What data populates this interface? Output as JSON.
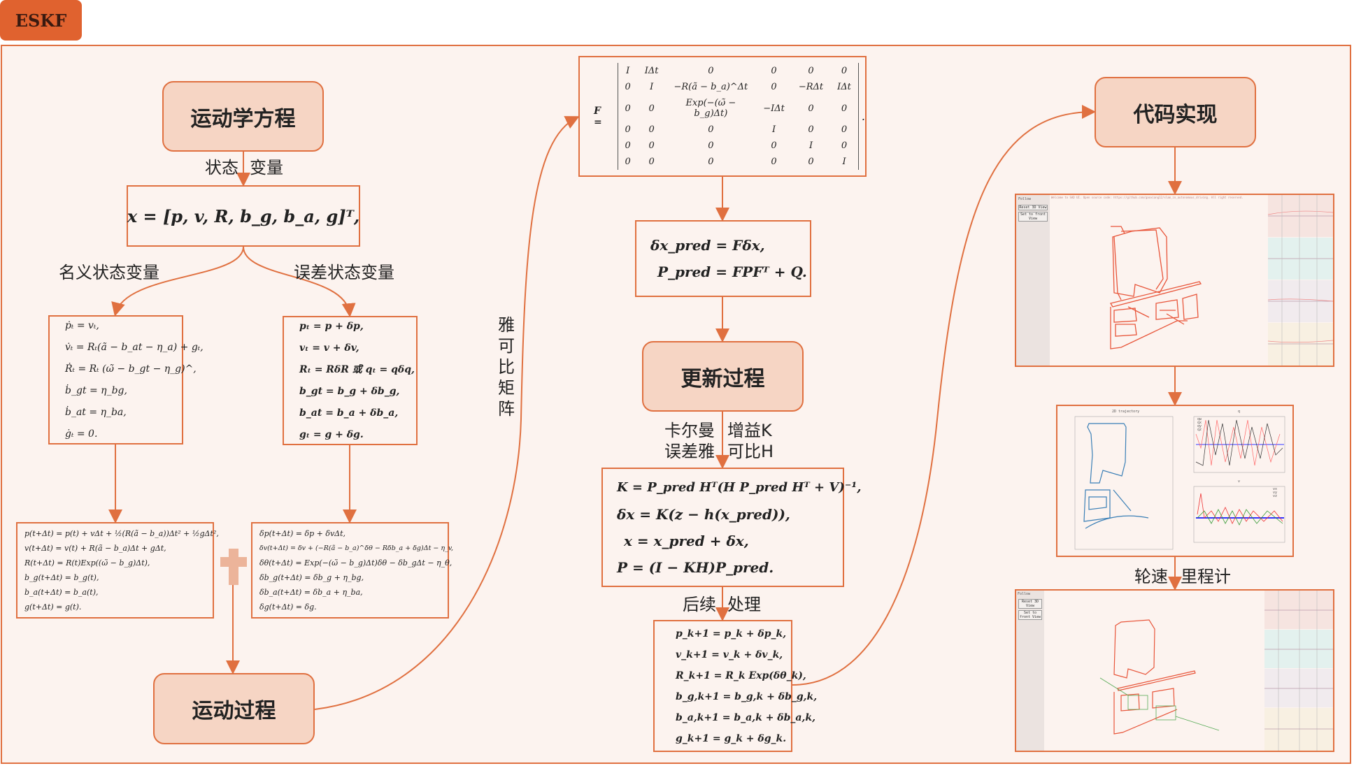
{
  "tab": "ESKF",
  "nodes": {
    "kinematics": "运动学方程",
    "motion": "运动过程",
    "update": "更新过程",
    "code": "代码实现"
  },
  "labels": {
    "state_a": "状态",
    "state_b": "变量",
    "nominal": "名义状态变量",
    "error": "误差状态变量",
    "jacobian": [
      "雅",
      "可",
      "比",
      "矩",
      "阵"
    ],
    "kalman_a": "卡尔曼",
    "kalman_b": "增益K",
    "jac_a": "误差雅",
    "jac_b": "可比H",
    "post_a": "后续",
    "post_b": "处理",
    "odom_a": "轮速",
    "odom_b": "里程计"
  },
  "state_vector": "x = [p, v, R, b_g, b_a, g]ᵀ,",
  "nominal_kin": [
    "ṗₜ = vₜ,",
    "v̇ₜ = Rₜ(ã − b_at − η_a) + gₜ,",
    "Ṙₜ = Rₜ (ω̃ − b_gt − η_g)^,",
    "ḃ_gt = η_bg,",
    "ḃ_at = η_ba,",
    "ġₜ = 0."
  ],
  "error_def": [
    "pₜ = p + δp,",
    "vₜ = v + δv,",
    "Rₜ = RδR  或 qₜ = qδq,",
    "b_gt = b_g + δb_g,",
    "b_at = b_a + δb_a,",
    "gₜ = g + δg."
  ],
  "nominal_disc": [
    "p(t+Δt) = p(t) + vΔt + ½(R(ã − b_a))Δt² + ½gΔt²,",
    "v(t+Δt) = v(t) + R(ã − b_a)Δt + gΔt,",
    "R(t+Δt) = R(t)Exp((ω̃ − b_g)Δt),",
    "b_g(t+Δt) = b_g(t),",
    "b_a(t+Δt) = b_a(t),",
    "g(t+Δt) = g(t)."
  ],
  "error_disc": [
    "δp(t+Δt) = δp + δvΔt,",
    "δv(t+Δt) = δv + (−R(ã − b_a)^δθ − Rδb_a + δg)Δt − η_v,",
    "δθ(t+Δt) = Exp(−(ω̃ − b_g)Δt)δθ − δb_gΔt − η_θ,",
    "δb_g(t+Δt) = δb_g + η_bg,",
    "δb_a(t+Δt) = δb_a + η_ba,",
    "δg(t+Δt) = δg."
  ],
  "F_label": "F =",
  "F_matrix": [
    [
      "I",
      "IΔt",
      "0",
      "0",
      "0",
      "0"
    ],
    [
      "0",
      "I",
      "−R(ã − b_a)^Δt",
      "0",
      "−RΔt",
      "IΔt"
    ],
    [
      "0",
      "0",
      "Exp(−(ω̃ − b_g)Δt)",
      "−IΔt",
      "0",
      "0"
    ],
    [
      "0",
      "0",
      "0",
      "I",
      "0",
      "0"
    ],
    [
      "0",
      "0",
      "0",
      "0",
      "I",
      "0"
    ],
    [
      "0",
      "0",
      "0",
      "0",
      "0",
      "I"
    ]
  ],
  "predict": [
    "δx_pred = Fδx,",
    "P_pred = FPFᵀ + Q."
  ],
  "kalman": [
    "K = P_pred Hᵀ(H P_pred Hᵀ + V)⁻¹,",
    "δx = K(z − h(x_pred)),",
    "x = x_pred + δx,",
    "P = (I − KH)P_pred."
  ],
  "post": [
    "p_k+1 = p_k + δp_k,",
    "v_k+1 = v_k + δv_k,",
    "R_k+1 = R_k Exp(δθ_k),",
    "b_g,k+1 = b_g,k + δb_g,k,",
    "b_a,k+1 = b_a,k + δb_a,k,",
    "g_k+1 = g_k + δg_k."
  ],
  "ui": {
    "follow": "Follow",
    "reset": "Reset 3D View",
    "front": "Set to front View",
    "welcome": "Welcome to SAD UI. Open source code: https://github.com/gaoxiang12/slam_in_autonomous_driving. All right reserved."
  },
  "plots": {
    "traj_title": "2D trajectory",
    "q_title": "q",
    "v_title": "v",
    "q_legend": [
      "qw",
      "qx",
      "qy",
      "qz"
    ],
    "v_legend": [
      "vx",
      "vy",
      "vz"
    ]
  },
  "colors": {
    "accent": "#e07040",
    "node_fill": "#f6d5c4",
    "bg": "#fcf3ef",
    "plus": "#ecb49a"
  }
}
